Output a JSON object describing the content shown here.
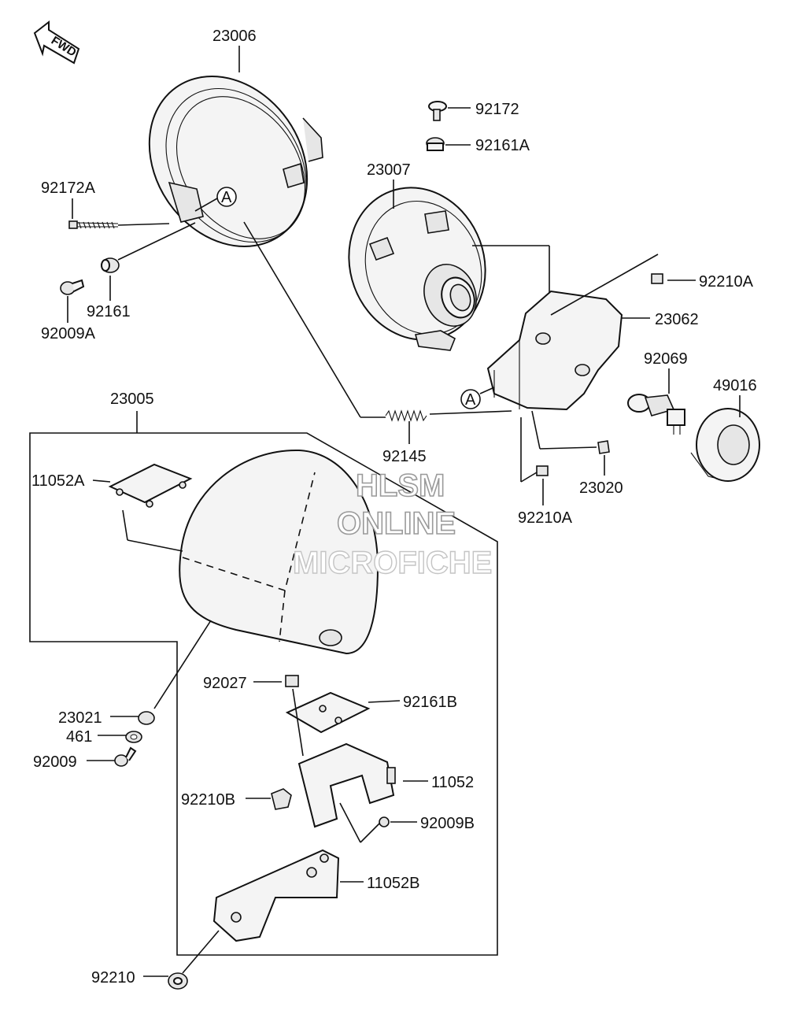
{
  "fwd_label": "FWD",
  "ref_marker": "A",
  "part_numbers": {
    "p23006": "23006",
    "p92172": "92172",
    "p92161A": "92161A",
    "p23007": "23007",
    "p92172A": "92172A",
    "p92161": "92161",
    "p92009A": "92009A",
    "p92210A_top": "92210A",
    "p23062": "23062",
    "p92069": "92069",
    "p49016": "49016",
    "p23005": "23005",
    "p92145": "92145",
    "p11052A": "11052A",
    "p23020": "23020",
    "p92210A_bottom": "92210A",
    "p92027": "92027",
    "p92161B": "92161B",
    "p23021": "23021",
    "p461": "461",
    "p92009": "92009",
    "p11052": "11052",
    "p92210B": "92210B",
    "p92009B": "92009B",
    "p11052B": "11052B",
    "p92210": "92210"
  },
  "watermark": {
    "line1": "HLSM",
    "line2": "ONLINE",
    "line3": "MICROFICHE"
  }
}
